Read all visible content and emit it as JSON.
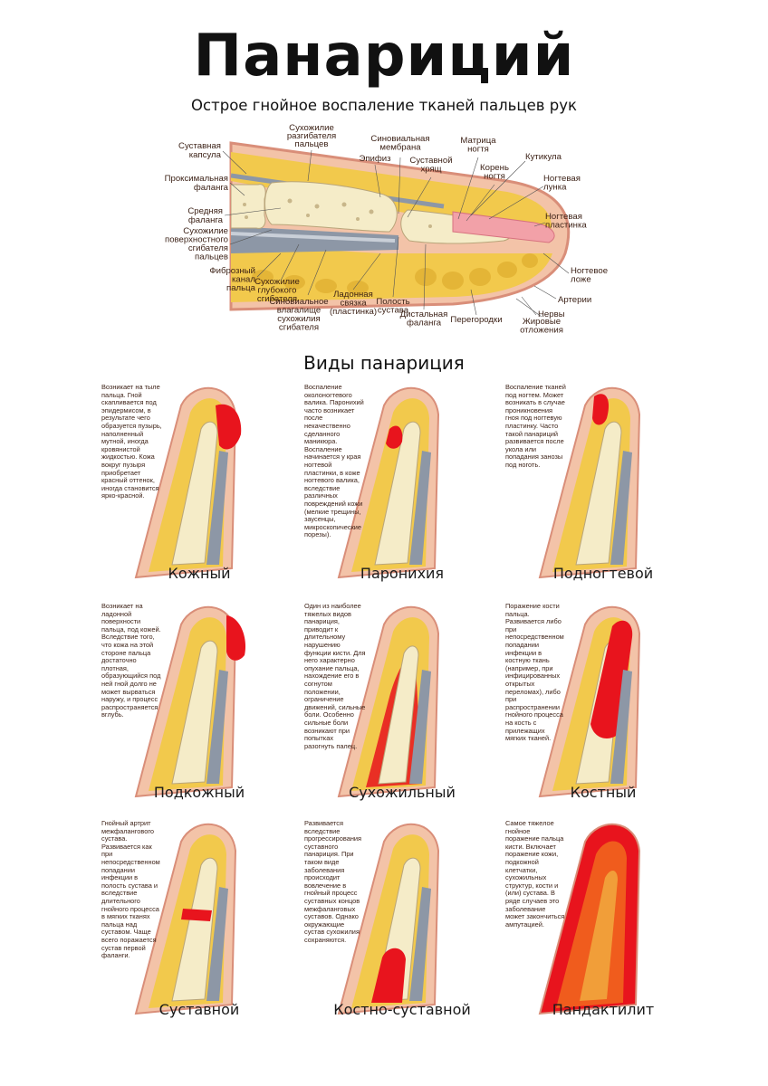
{
  "header": {
    "title": "Панариций",
    "subtitle": "Острое гнойное воспаление тканей пальцев рук"
  },
  "anatomy_labels": [
    [
      "Суставная",
      "капсула"
    ],
    [
      "Сухожилие",
      "разгибателя",
      "пальцев"
    ],
    [
      "Проксимальная",
      "фаланга"
    ],
    [
      "Средняя",
      "фаланга"
    ],
    [
      "Сухожилие",
      "поверхностного",
      "сгибателя",
      "пальцев"
    ],
    [
      "Фиброзный",
      "канал",
      "пальца"
    ],
    [
      "Сухожилие",
      "глубокого",
      "сгибателя"
    ],
    [
      "Синовиальное",
      "влагалище",
      "сухожилия",
      "сгибателя"
    ],
    [
      "Эпифиз"
    ],
    [
      "Синовиальная",
      "мембрана"
    ],
    [
      "Суставной",
      "хрящ"
    ],
    [
      "Ладонная",
      "связка",
      "(пластинка)"
    ],
    [
      "Полость",
      "сустава"
    ],
    [
      "Дистальная",
      "фаланга"
    ],
    [
      "Перегородки"
    ],
    [
      "Матрица",
      "ногтя"
    ],
    [
      "Корень",
      "ногтя"
    ],
    [
      "Кутикула"
    ],
    [
      "Ногтевая",
      "лунка"
    ],
    [
      "Ногтевая",
      "пластинка"
    ],
    [
      "Ногтевое",
      "ложе"
    ],
    [
      "Артерии"
    ],
    [
      "Нервы"
    ],
    [
      "Жировые",
      "отложения"
    ]
  ],
  "types_title": "Виды панариция",
  "types": [
    {
      "name": "Кожный",
      "description": "Возникает на тыле\nпальца. Гной\nскапливается под\nэпидермисом, в\nрезультате чего\nобразуется пузырь,\nнаполненный\nмутной, иногда\nкровянистой\nжидкостью. Кожа\nвокруг пузыря\nприобретает\nкрасный оттенок,\nиногда становится\nярко-красной."
    },
    {
      "name": "Паронихия",
      "description": "Воспаление\nоколоногтевого\nвалика. Паронихий\nчасто возникает\nпосле\nнекачественно\nсделанного\nманикюра.\nВоспаление\nначинается у края\nногтевой\nпластинки, в коже\nногтевого валика,\nвследствие\nразличных\nповреждений кожи\n(мелкие трещины,\nзаусенцы,\nмикроскопические\nпорезы)."
    },
    {
      "name": "Подногтевой",
      "description": "Воспаление тканей\nпод ногтем. Может\nвозникать в случае\nпроникновения\nгноя под ногтевую\nпластинку. Часто\nтакой панариций\nразвивается после\nукола или\nпопадания занозы\nпод ноготь."
    },
    {
      "name": "Подкожный",
      "description": "Возникает на\nладонной\nповерхности\nпальца, под кожей.\nВследствие того,\nчто кожа на этой\nстороне пальца\nдостаточно\nплотная,\nобразующийся под\nней гной долго не\nможет вырваться\nнаружу, и процесс\nраспространяется\nвглубь."
    },
    {
      "name": "Сухожильный",
      "description": "Один из наиболее\nтяжелых видов\nпанариция,\nприводит к\nдлительному\nнарушению\nфункции кисти. Для\nнего характерно\nопухание пальца,\nнахождение его в\nсогнутом\nположении,\nограничение\nдвижений, сильные\nболи. Особенно\nсильные боли\nвозникают при\nпопытках\nразогнуть палец."
    },
    {
      "name": "Костный",
      "description": "Поражение кости\nпальца.\nРазвивается либо\nпри\nнепосредственном\nпопадании\nинфекции в\nкостную ткань\n(например, при\nинфицированных\nоткрытых\nпереломах), либо\nпри\nраспространении\nгнойного процесса\nна кость с\nприлежащих\nмягких тканей."
    },
    {
      "name": "Суставной",
      "description": "Гнойный артрит\nмежфалангового\nсустава.\nРазвивается как\nпри\nнепосредственном\nпопадании\nинфекции в\nполость сустава и\nвследствие\nдлительного\nгнойного процесса\nв мягких тканях\nпальца над\nсуставом. Чаще\nвсего поражается\nсустав первой\nфаланги."
    },
    {
      "name": "Костно-суставной",
      "description": "Развивается\nвследствие\nпрогрессирования\nсуставного\nпанариция. При\nтаком виде\nзаболевания\nпроисходит\nвовлечение в\nгнойный процесс\nсуставных концов\nмежфаланговых\nсуставов. Однако\nокружающие\nсустав сухожилия\nсохраняются."
    },
    {
      "name": "Пандактилит",
      "description": "Самое тяжелое\nгнойное\nпоражение пальца\nкисти. Включает\nпоражение кожи,\nподкожной\nклетчатки,\nсухожильных\nструктур, кости и\n(или) сустава. В\nряде случаев это\nзаболевание\nможет закончиться\nампутацией."
    }
  ],
  "colors": {
    "skin": "#f3c3a8",
    "skin_edge": "#d98e79",
    "fat": "#f2c94c",
    "bone": "#f5ecc8",
    "tendon": "#8d97a6",
    "pus": "#e8141d"
  }
}
